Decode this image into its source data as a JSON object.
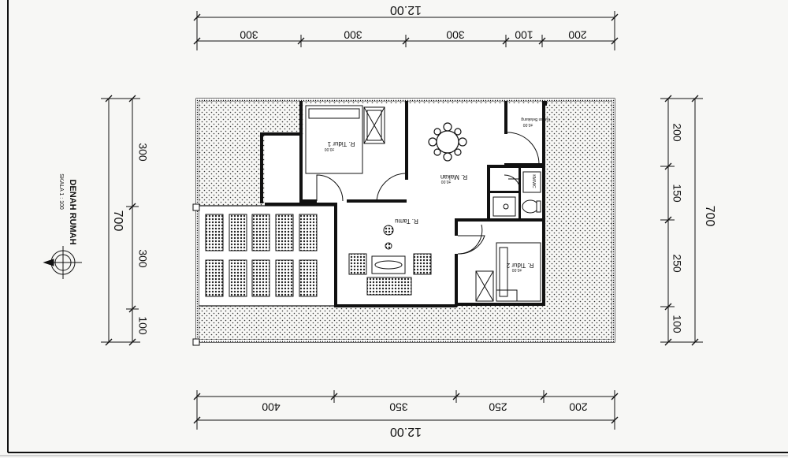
{
  "title": "DENAH RUMAH",
  "scale": "SKALA 1 : 100",
  "dims": {
    "top_total": "12.00",
    "top": [
      "300",
      "300",
      "300",
      "100",
      "200"
    ],
    "bottom": [
      "400",
      "350",
      "250",
      "200"
    ],
    "bottom_total": "12.00",
    "left": [
      "300",
      "300",
      "100"
    ],
    "left_total": "700",
    "right": [
      "200",
      "150",
      "250",
      "100"
    ],
    "right_total": "700"
  },
  "rooms": {
    "tidur1": "R. Tidur 1",
    "tidur2": "R. Tidur 2",
    "makan": "R. Makan",
    "tamu": "R. Tamu",
    "jemur": "Taman Belakang",
    "km": "KM/WC",
    "sub_tidur1": "±0.00",
    "sub_tidur2": "±0.00",
    "sub_makan": "±0.00",
    "sub_jemur": "±0.00"
  },
  "colors": {
    "line": "#111111",
    "paper": "#f7f7f5"
  }
}
